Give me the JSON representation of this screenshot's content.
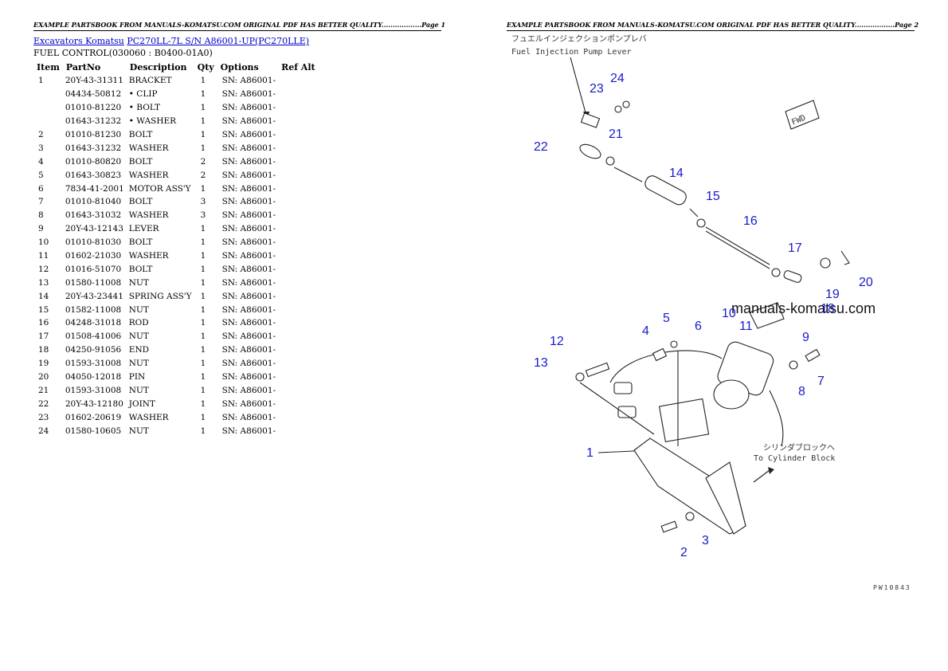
{
  "header": {
    "page1": "EXAMPLE PARTSBOOK FROM MANUALS-KOMATSU.COM ORIGINAL PDF HAS BETTER QUALITY..................Page 1",
    "page2": "EXAMPLE PARTSBOOK FROM MANUALS-KOMATSU.COM ORIGINAL PDF HAS BETTER QUALITY..................Page 2"
  },
  "breadcrumb": {
    "link1": "Excavators Komatsu",
    "link2": "PC270LL-7L S/N A86001-UP(PC270LLE)"
  },
  "section_title": "FUEL CONTROL(030060 : B0400-01A0)",
  "table": {
    "headers": [
      "Item",
      "PartNo",
      "Description",
      "Qty",
      "Options",
      "Ref Alt"
    ],
    "rows": [
      {
        "item": "1",
        "part": "20Y-43-31311",
        "desc": "BRACKET",
        "qty": "1",
        "opt": "SN: A86001-",
        "ref": ""
      },
      {
        "item": "",
        "part": "04434-50812",
        "desc": "• CLIP",
        "qty": "1",
        "opt": "SN: A86001-",
        "ref": ""
      },
      {
        "item": "",
        "part": "01010-81220",
        "desc": "• BOLT",
        "qty": "1",
        "opt": "SN: A86001-",
        "ref": ""
      },
      {
        "item": "",
        "part": "01643-31232",
        "desc": "• WASHER",
        "qty": "1",
        "opt": "SN: A86001-",
        "ref": ""
      },
      {
        "item": "2",
        "part": "01010-81230",
        "desc": "BOLT",
        "qty": "1",
        "opt": "SN: A86001-",
        "ref": ""
      },
      {
        "item": "3",
        "part": "01643-31232",
        "desc": "WASHER",
        "qty": "1",
        "opt": "SN: A86001-",
        "ref": ""
      },
      {
        "item": "4",
        "part": "01010-80820",
        "desc": "BOLT",
        "qty": "2",
        "opt": "SN: A86001-",
        "ref": ""
      },
      {
        "item": "5",
        "part": "01643-30823",
        "desc": "WASHER",
        "qty": "2",
        "opt": "SN: A86001-",
        "ref": ""
      },
      {
        "item": "6",
        "part": "7834-41-2001",
        "desc": "MOTOR ASS'Y",
        "qty": "1",
        "opt": "SN: A86001-",
        "ref": ""
      },
      {
        "item": "7",
        "part": "01010-81040",
        "desc": "BOLT",
        "qty": "3",
        "opt": "SN: A86001-",
        "ref": ""
      },
      {
        "item": "8",
        "part": "01643-31032",
        "desc": "WASHER",
        "qty": "3",
        "opt": "SN: A86001-",
        "ref": ""
      },
      {
        "item": "9",
        "part": "20Y-43-12143",
        "desc": "LEVER",
        "qty": "1",
        "opt": "SN: A86001-",
        "ref": ""
      },
      {
        "item": "10",
        "part": "01010-81030",
        "desc": "BOLT",
        "qty": "1",
        "opt": "SN: A86001-",
        "ref": ""
      },
      {
        "item": "11",
        "part": "01602-21030",
        "desc": "WASHER",
        "qty": "1",
        "opt": "SN: A86001-",
        "ref": ""
      },
      {
        "item": "12",
        "part": "01016-51070",
        "desc": "BOLT",
        "qty": "1",
        "opt": "SN: A86001-",
        "ref": ""
      },
      {
        "item": "13",
        "part": "01580-11008",
        "desc": "NUT",
        "qty": "1",
        "opt": "SN: A86001-",
        "ref": ""
      },
      {
        "item": "14",
        "part": "20Y-43-23441",
        "desc": "SPRING ASS'Y",
        "qty": "1",
        "opt": "SN: A86001-",
        "ref": ""
      },
      {
        "item": "15",
        "part": "01582-11008",
        "desc": "NUT",
        "qty": "1",
        "opt": "SN: A86001-",
        "ref": ""
      },
      {
        "item": "16",
        "part": "04248-31018",
        "desc": "ROD",
        "qty": "1",
        "opt": "SN: A86001-",
        "ref": ""
      },
      {
        "item": "17",
        "part": "01508-41006",
        "desc": "NUT",
        "qty": "1",
        "opt": "SN: A86001-",
        "ref": ""
      },
      {
        "item": "18",
        "part": "04250-91056",
        "desc": "END",
        "qty": "1",
        "opt": "SN: A86001-",
        "ref": ""
      },
      {
        "item": "19",
        "part": "01593-31008",
        "desc": "NUT",
        "qty": "1",
        "opt": "SN: A86001-",
        "ref": ""
      },
      {
        "item": "20",
        "part": "04050-12018",
        "desc": "PIN",
        "qty": "1",
        "opt": "SN: A86001-",
        "ref": ""
      },
      {
        "item": "21",
        "part": "01593-31008",
        "desc": "NUT",
        "qty": "1",
        "opt": "SN: A86001-",
        "ref": ""
      },
      {
        "item": "22",
        "part": "20Y-43-12180",
        "desc": "JOINT",
        "qty": "1",
        "opt": "SN: A86001-",
        "ref": ""
      },
      {
        "item": "23",
        "part": "01602-20619",
        "desc": "WASHER",
        "qty": "1",
        "opt": "SN: A86001-",
        "ref": ""
      },
      {
        "item": "24",
        "part": "01580-10605",
        "desc": "NUT",
        "qty": "1",
        "opt": "SN: A86001-",
        "ref": ""
      }
    ]
  },
  "diagram": {
    "label_jp_top": "フュエルインジェクションポンプレバ",
    "label_en_top": "Fuel Injection Pump Lever",
    "label_jp_cyl": "シリンダブロックへ",
    "label_en_cyl": "To Cylinder Block",
    "fwd": "FWD",
    "watermark": "manuals-komatsu.com",
    "figure_code": "PW10843",
    "callouts": [
      "1",
      "2",
      "3",
      "4",
      "5",
      "6",
      "7",
      "8",
      "9",
      "10",
      "11",
      "12",
      "13",
      "14",
      "15",
      "16",
      "17",
      "18",
      "19",
      "20",
      "21",
      "22",
      "23",
      "24"
    ]
  }
}
